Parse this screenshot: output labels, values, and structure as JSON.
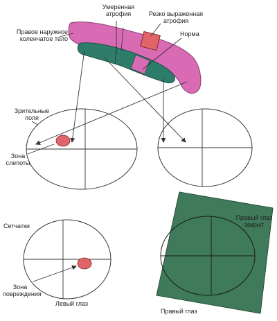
{
  "labels": {
    "lgn_right": [
      "Правое наружное",
      "коленчатое тело"
    ],
    "moderate_atrophy": [
      "Умеренная",
      "атрофия"
    ],
    "severe_atrophy": [
      "Резко выраженная",
      "атрофия"
    ],
    "normal": "Норма",
    "visual_fields": [
      "Зрительные",
      "поля"
    ],
    "blind_zone": [
      "Зона",
      "слепоты"
    ],
    "retinas": "Сетчатки",
    "damage_zone": [
      "Зона",
      "повреждения"
    ],
    "left_eye": "Левый глаз",
    "right_eye": "Правый глаз",
    "right_eye_closed": [
      "Правый глаз",
      "закрыт"
    ]
  },
  "colors": {
    "lgn_pink": "#d96bb5",
    "lgn_teal": "#2e7d6a",
    "lesion_red": "#e0646a",
    "cover_green": "#3f7a5b",
    "line": "#333333"
  }
}
